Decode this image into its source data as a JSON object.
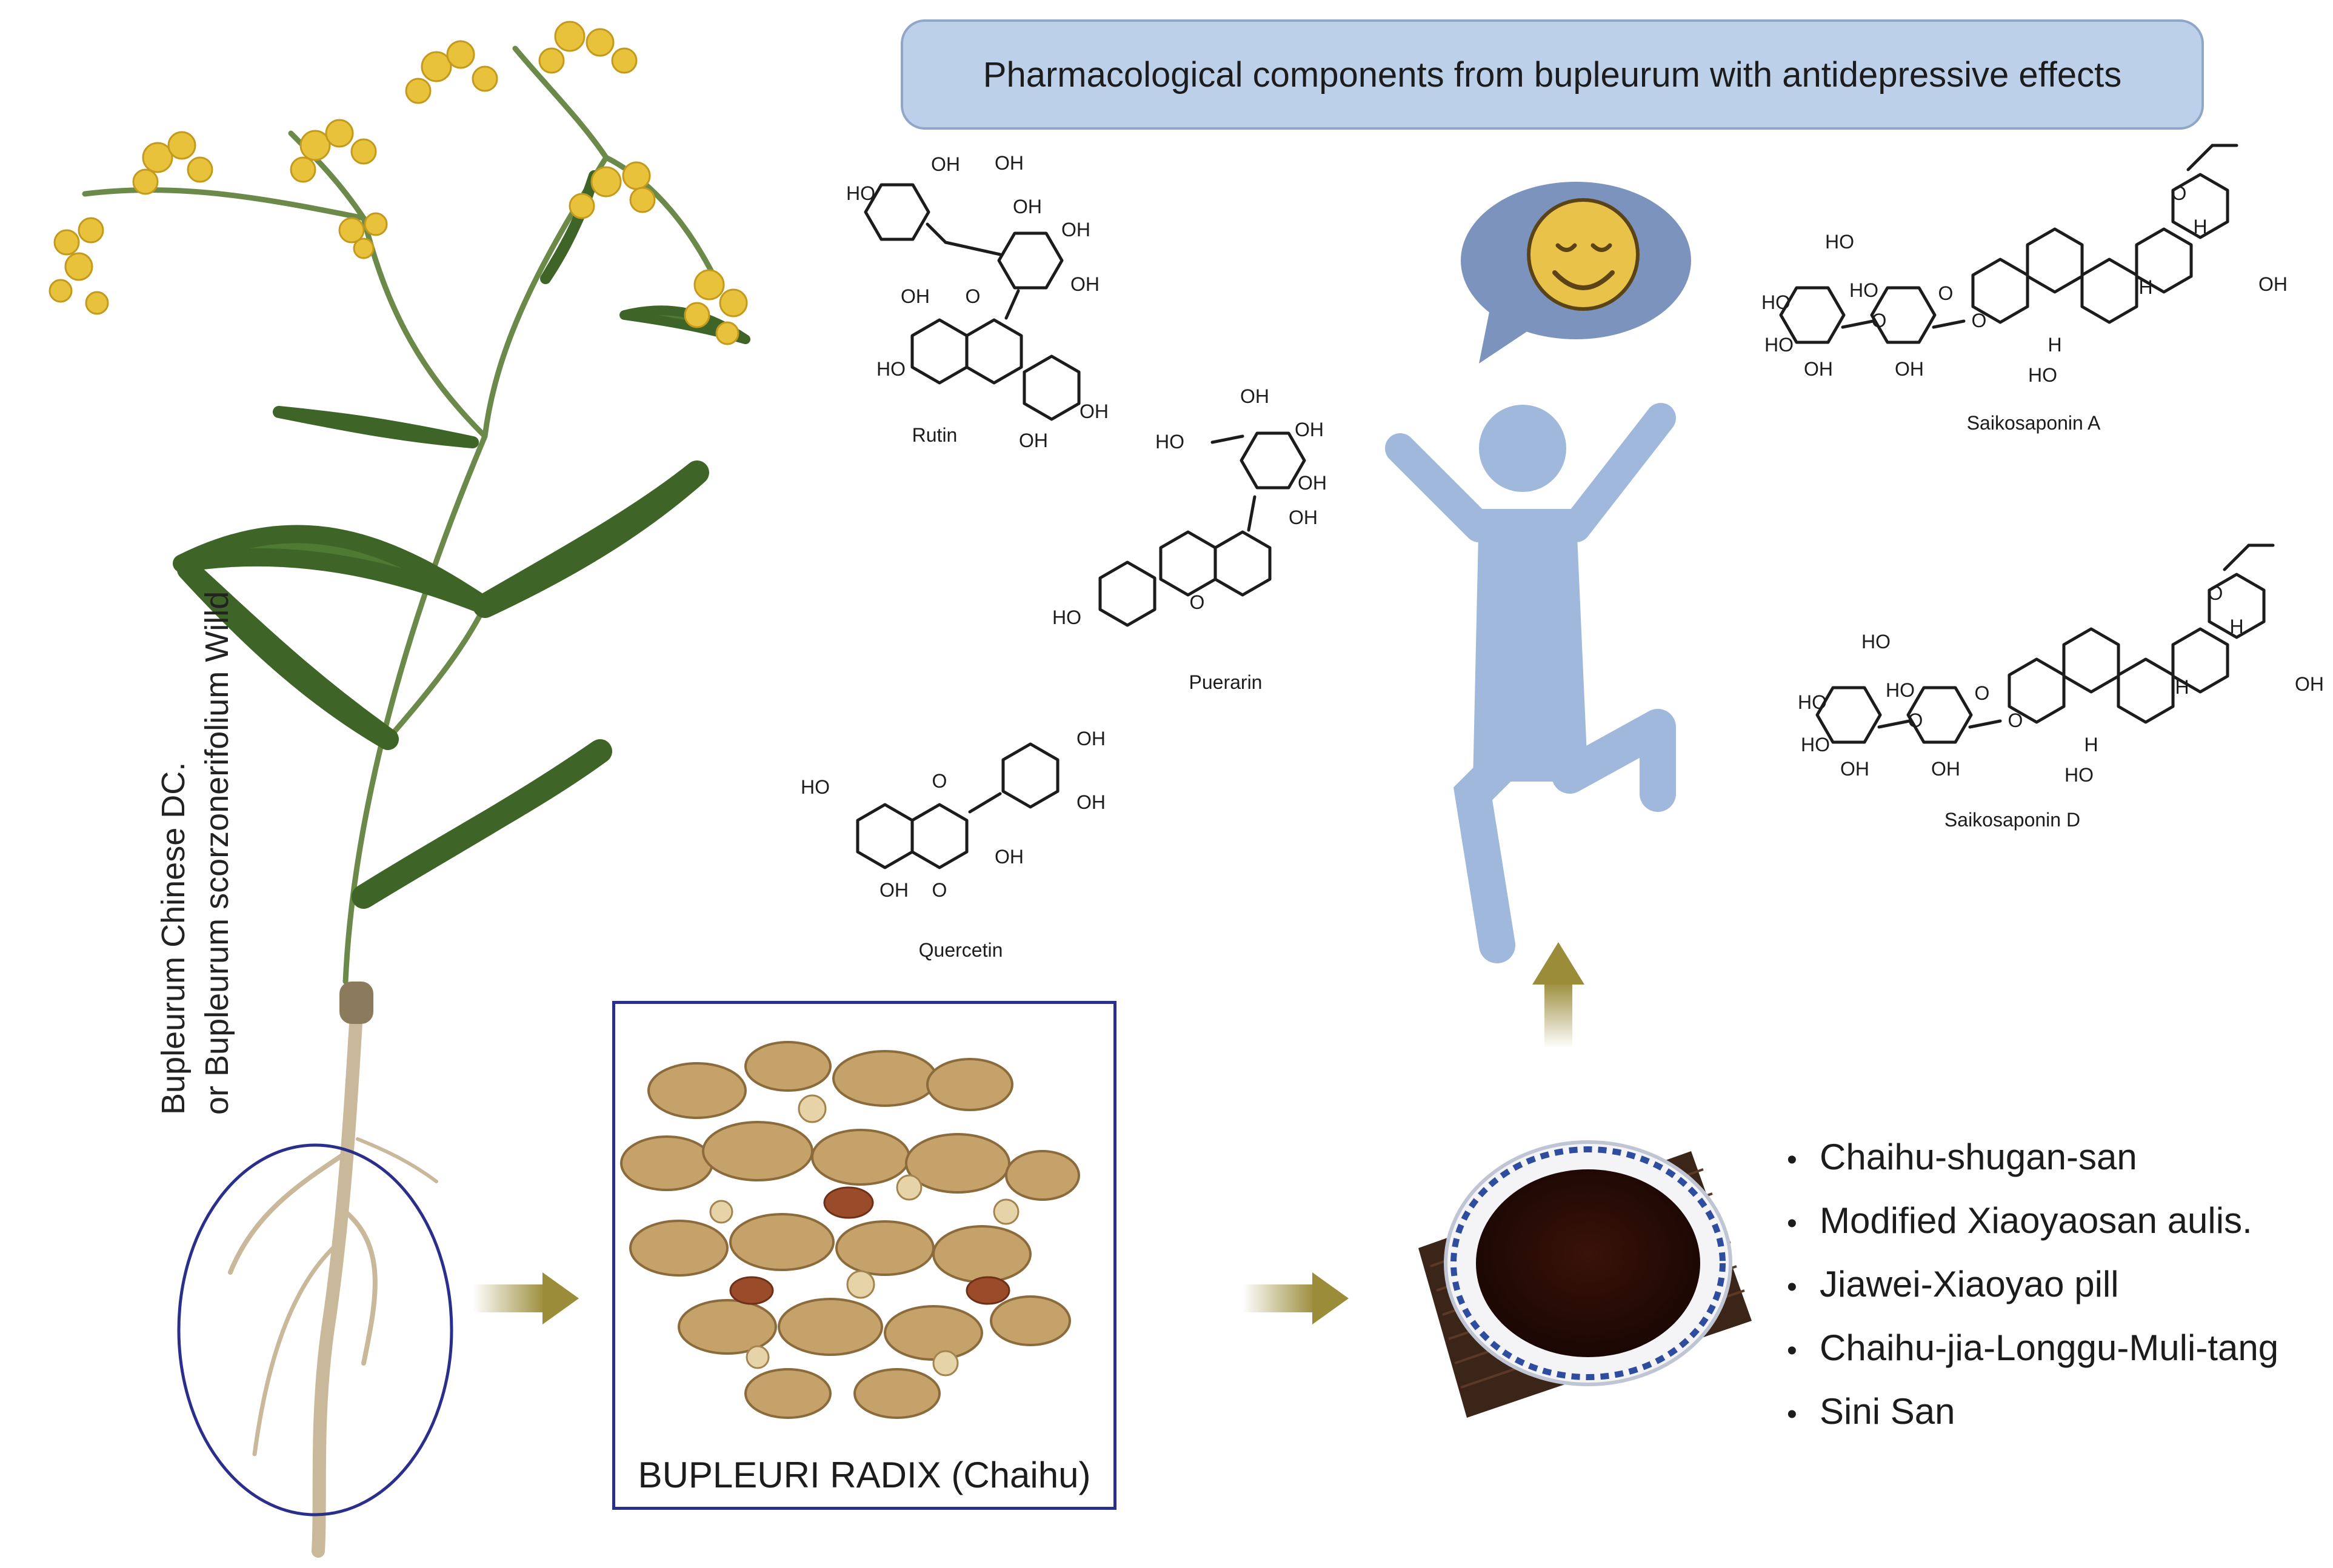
{
  "title": "Pharmacological components from bupleurum with antidepressive effects",
  "plant": {
    "species_line1": "Bupleurum Chinese DC.",
    "species_line2": "or Bupleurum scorzonerifolium Willd"
  },
  "radix": {
    "label": "BUPLEURI RADIX (Chaihu)"
  },
  "compounds": [
    {
      "id": "rutin",
      "label": "Rutin"
    },
    {
      "id": "puerarin",
      "label": "Puerarin"
    },
    {
      "id": "quercetin",
      "label": "Quercetin"
    },
    {
      "id": "saikosaponin-a",
      "label": "Saikosaponin A"
    },
    {
      "id": "saikosaponin-d",
      "label": "Saikosaponin D"
    }
  ],
  "formulas": [
    "Chaihu-shugan-san",
    "Modified Xiaoyaosan aulis.",
    "Jiawei-Xiaoyao pill",
    "Chaihu-jia-Longgu-Muli-tang",
    "Sini San"
  ],
  "groups": {
    "oh": "OH",
    "ho": "HO",
    "o": "O",
    "h": "H"
  },
  "colors": {
    "title_fill": "#bcd0ea",
    "arrow": "#9b8c3a",
    "person": "#9fb8dc",
    "bubble": "#7c93bd",
    "smiley": "#e9c24a",
    "ellipse": "#2b2f8c",
    "leaf": "#4f7a33",
    "flower": "#e8c23a",
    "root": "#c9b99a"
  }
}
